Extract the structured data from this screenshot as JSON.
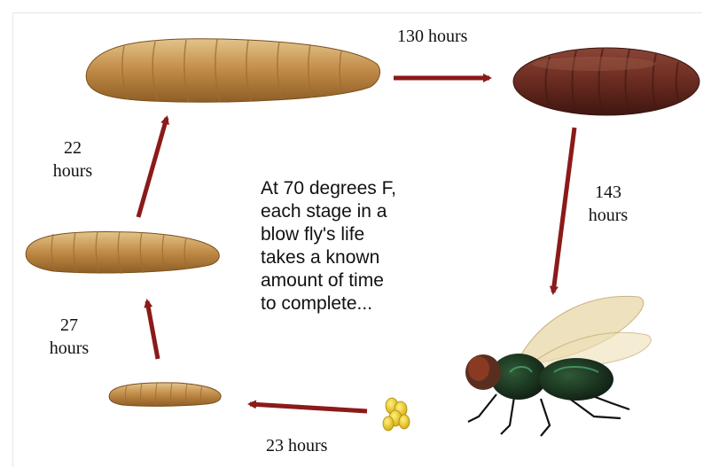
{
  "diagram": {
    "durations": {
      "egg_to_small_larva": "23 hours",
      "small_to_medium_larva_line1": "27",
      "small_to_medium_larva_line2": "hours",
      "medium_to_large_larva_line1": "22",
      "medium_to_large_larva_line2": "hours",
      "large_larva_to_pupa": "130 hours",
      "pupa_to_fly_line1": "143",
      "pupa_to_fly_line2": "hours"
    },
    "description_lines": [
      "At 70 degrees F,",
      "each stage in a",
      "blow fly's life",
      "takes a known",
      "amount of time",
      "to complete..."
    ],
    "colors": {
      "arrow": "#8b1a1a",
      "larva": "#c89a55",
      "pupa": "#6e2e22",
      "egg": "#e8c81a",
      "fly_body": "#1f3a24"
    }
  }
}
